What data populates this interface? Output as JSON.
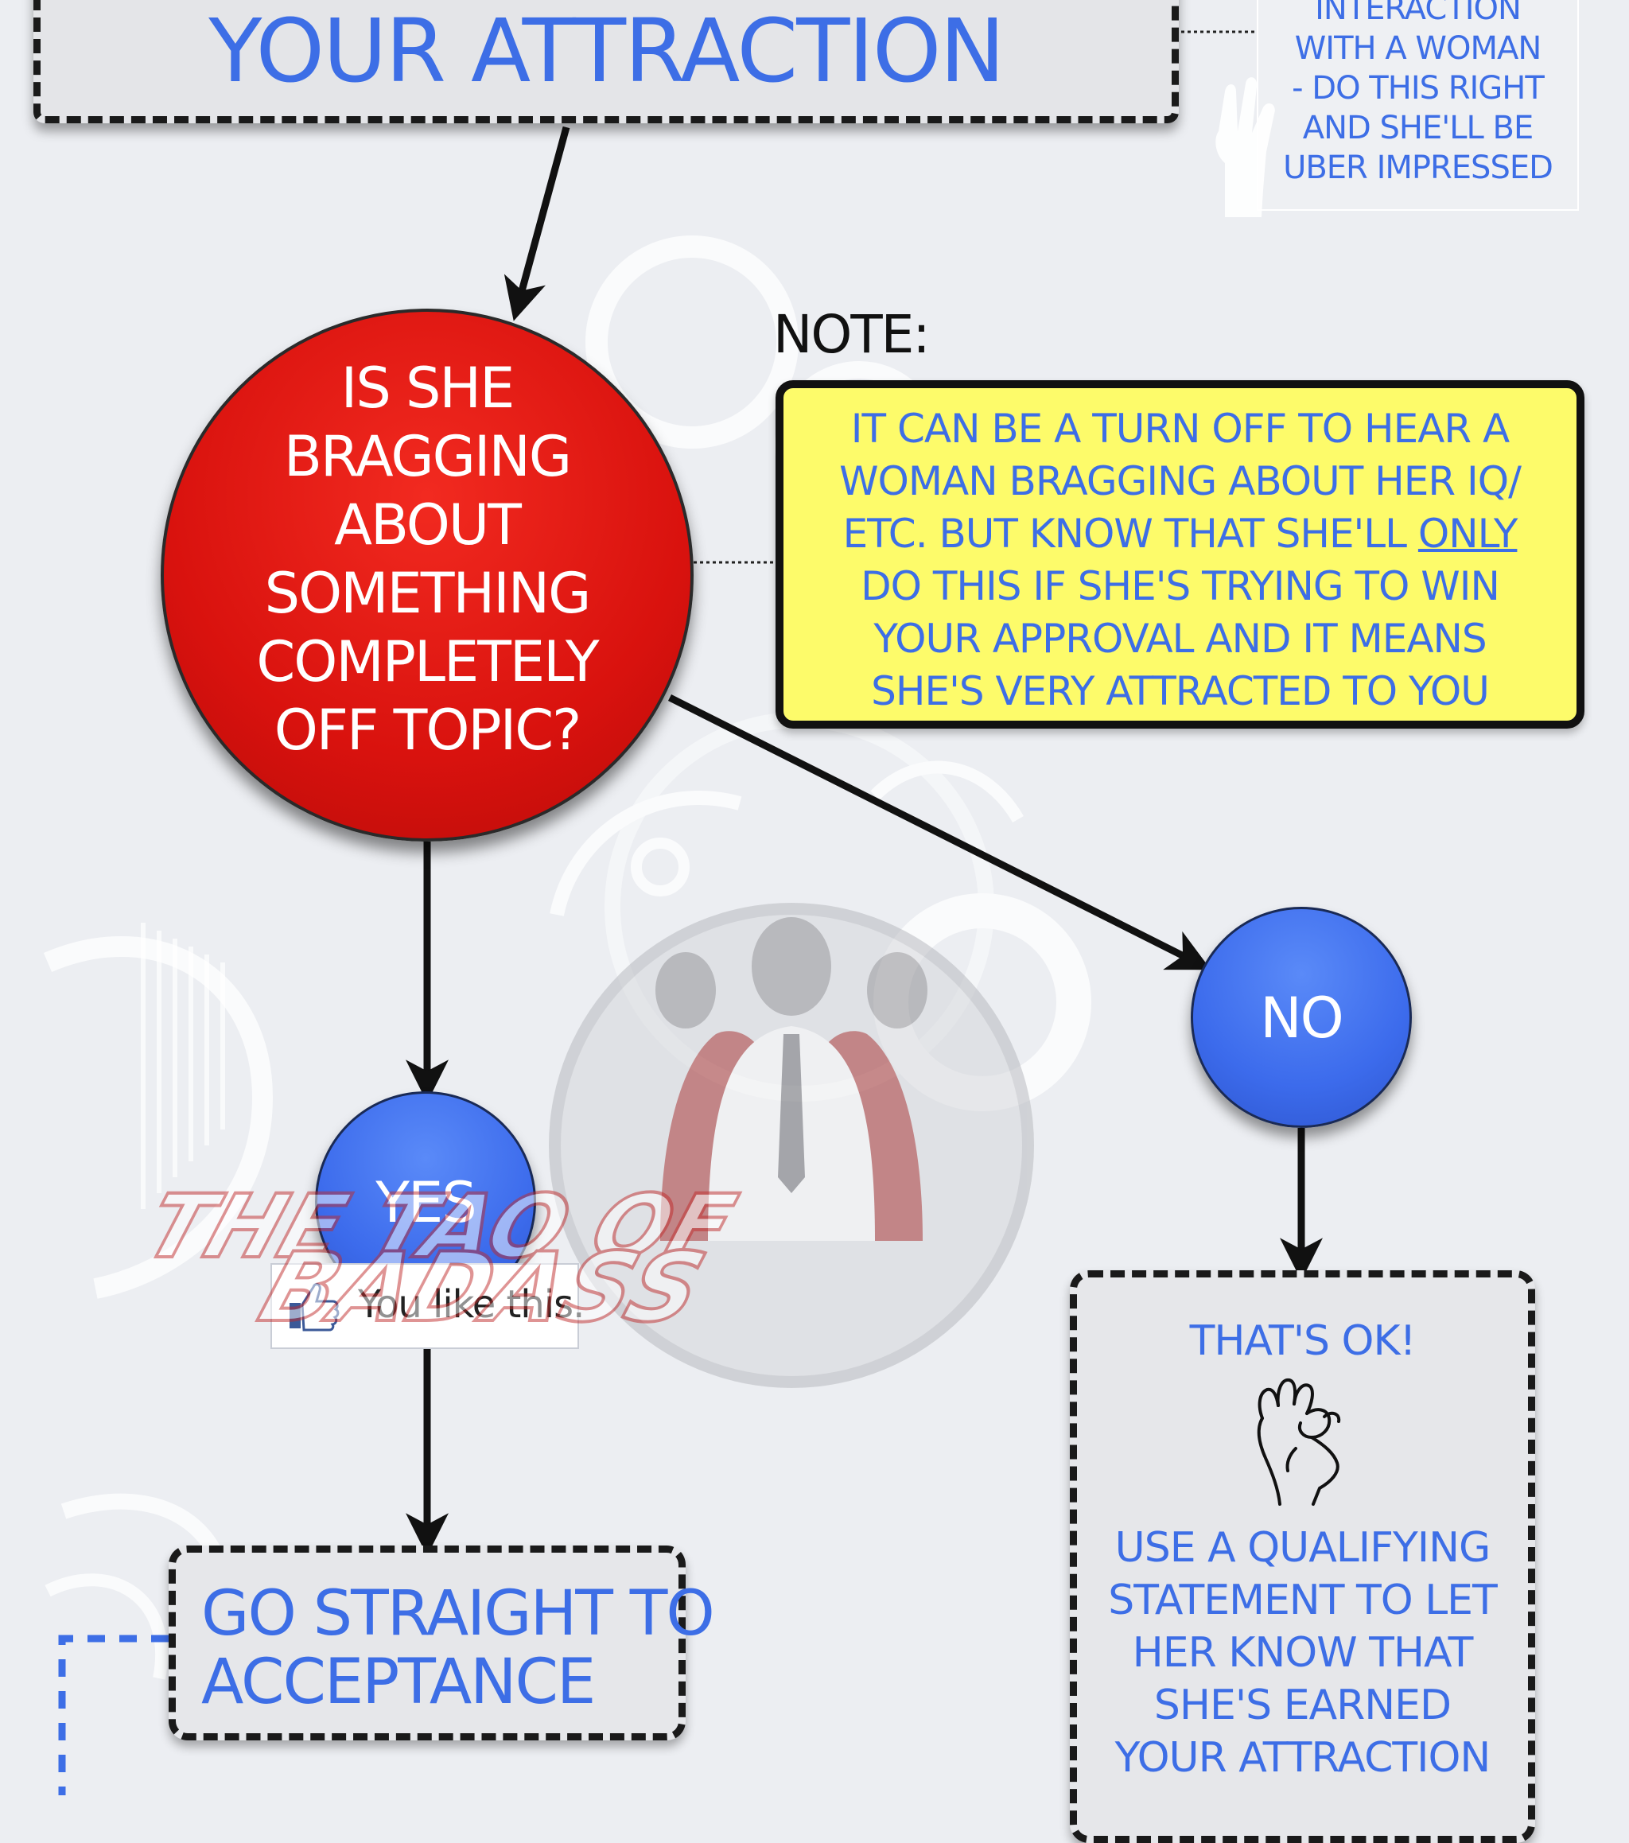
{
  "top_box": {
    "text": "YOUR ATTRACTION"
  },
  "tip": {
    "lines": [
      "INTERACTION",
      "WITH A WOMAN",
      "- DO THIS RIGHT",
      "AND SHE'LL BE",
      "UBER IMPRESSED"
    ],
    "icon": "hand-sign-icon"
  },
  "question": {
    "lines": [
      "IS SHE",
      "BRAGGING",
      "ABOUT",
      "SOMETHING",
      "COMPLETELY",
      "OFF TOPIC?"
    ]
  },
  "note": {
    "label": "NOTE:",
    "lines": [
      "IT CAN BE A TURN OFF TO HEAR A",
      "WOMAN BRAGGING ABOUT HER IQ/",
      "ETC. BUT KNOW THAT SHE'LL ",
      "DO THIS IF SHE'S TRYING TO WIN",
      "YOUR APPROVAL AND IT MEANS",
      "SHE'S VERY ATTRACTED TO YOU"
    ],
    "emphasis": "ONLY"
  },
  "yes": {
    "label": "YES"
  },
  "no": {
    "label": "NO"
  },
  "like_badge": {
    "text": "You like this.",
    "icon": "thumbs-up-icon"
  },
  "acceptance": {
    "lines": [
      "GO STRAIGHT TO",
      "ACCEPTANCE"
    ]
  },
  "ok_box": {
    "title": "THAT'S OK!",
    "icon": "ok-hand-icon",
    "lines": [
      "USE A QUALIFYING",
      "STATEMENT TO LET",
      "HER KNOW THAT",
      "SHE'S EARNED",
      "YOUR ATTRACTION"
    ]
  },
  "watermark": {
    "line1": "THE TAO OF",
    "line2": "BADASS"
  },
  "colors": {
    "accent_blue": "#3d6ee6",
    "question_red": "#d9120e",
    "note_yellow": "#fdfb6a",
    "background": "#eceef2"
  }
}
